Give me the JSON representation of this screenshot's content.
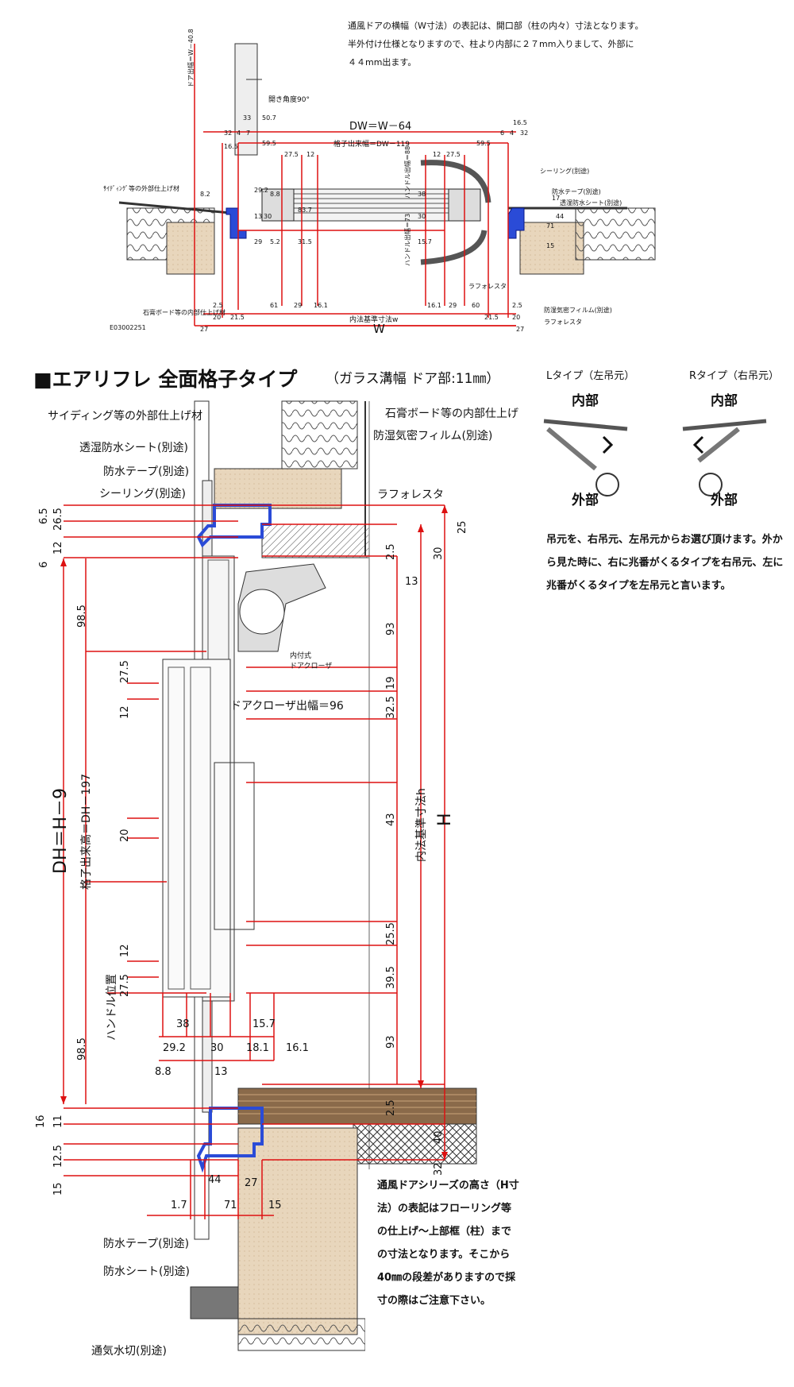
{
  "top_note": [
    "通風ドアの横幅（W寸法）の表記は、開口部（柱の内々）寸法となります。",
    "半外付け仕様となりますので、柱より内部に２７mm入りまして、外部に",
    "４４mm出ます。"
  ],
  "plan": {
    "code": "E03002251",
    "labels": {
      "door_width": "ドア出幅＝W－40.8",
      "open_angle": "開き角度90°",
      "dw": "DW＝W－64",
      "lattice_width": "格子出来幅＝DW－119",
      "siding_l": "ｻｲﾃﾞｨﾝｸﾞ等の外部仕上げ材",
      "gypsum": "石膏ボード等の内部仕上げ材",
      "sealing": "シーリング(別途)",
      "wp_tape": "防水テープ(別途)",
      "wp_sheet": "透湿防水シート(別途)",
      "laforesta": "ラフォレスタ",
      "vapor": "防湿気密フィルム(別途)",
      "laforesta2": "ラフォレスタ",
      "inner_std": "内法基準寸法w",
      "w": "W",
      "handle_h1": "ハンドル出幅＝88",
      "handle_h2": "ハンドル出幅＝73"
    },
    "dims": [
      "33",
      "50.7",
      "32",
      "4",
      "7",
      "6",
      "4",
      "32",
      "16.5",
      "16.5",
      "59.5",
      "59.5",
      "27.5",
      "12",
      "12",
      "27.5",
      "8.2",
      "29.2",
      "13",
      "30",
      "29",
      "5.2",
      "83.7",
      "31.5",
      "38",
      "30",
      "15.7",
      "17",
      "44",
      "71",
      "15",
      "2.5",
      "61",
      "29",
      "16.1",
      "16.1",
      "29",
      "60",
      "21.5",
      "21.5",
      "2.5",
      "20",
      "20",
      "27",
      "27",
      "8.8"
    ]
  },
  "section": {
    "title": "■エアリフレ 全面格子タイプ",
    "subtitle": "（ガラス溝幅 ドア部:11㎜）",
    "labels": {
      "siding": "サイディング等の外部仕上げ材",
      "wp_sheet": "透湿防水シート(別途)",
      "wp_tape": "防水テープ(別途)",
      "sealing": "シーリング(別途)",
      "gypsum": "石膏ボード等の内部仕上げ",
      "vapor": "防湿気密フィルム(別途)",
      "laforesta": "ラフォレスタ",
      "closer": "内付式\nドアクローザ",
      "closer_width": "ドアクローザ出幅＝96",
      "wp_tape2": "防水テープ(別途)",
      "wp_sheet2": "防水シート(別途)",
      "vent": "通気水切(別途)",
      "dh": "DH＝H－9",
      "lattice_h": "格子出来高＝DH－197",
      "handle_pos": "ハンドル位置",
      "inner_std_h": "内法基準寸法h",
      "H": "H"
    },
    "dims_left": [
      "6.5",
      "26.5",
      "12",
      "6",
      "98.5",
      "27.5",
      "12",
      "20",
      "12",
      "27.5",
      "98.5",
      "16",
      "11",
      "12.5",
      "15"
    ],
    "dims_right": [
      "25",
      "2.5",
      "30",
      "13",
      "93",
      "19",
      "32.5",
      "43",
      "25.5",
      "39.5",
      "93",
      "2.5",
      "40",
      "32"
    ],
    "dims_bottom": [
      "38",
      "15.7",
      "29.2",
      "30",
      "18.1",
      "16.1",
      "8.8",
      "13",
      "44",
      "27",
      "1.7",
      "71",
      "15"
    ]
  },
  "hinge": {
    "l_type": "Lタイプ（左吊元）",
    "r_type": "Rタイプ（右吊元）",
    "inside": "内部",
    "outside": "外部",
    "desc": "吊元を、右吊元、左吊元からお選び頂けます。外から見た時に、右に兆番がくるタイプを右吊元、左に兆番がくるタイプを左吊元と言います。"
  },
  "bottom_note": "通風ドアシリーズの高さ（H寸法）の表記はフローリング等の仕上げ～上部框（柱）までの寸法となります。そこから40㎜の段差がありますので採寸の際はご注意下さい。"
}
